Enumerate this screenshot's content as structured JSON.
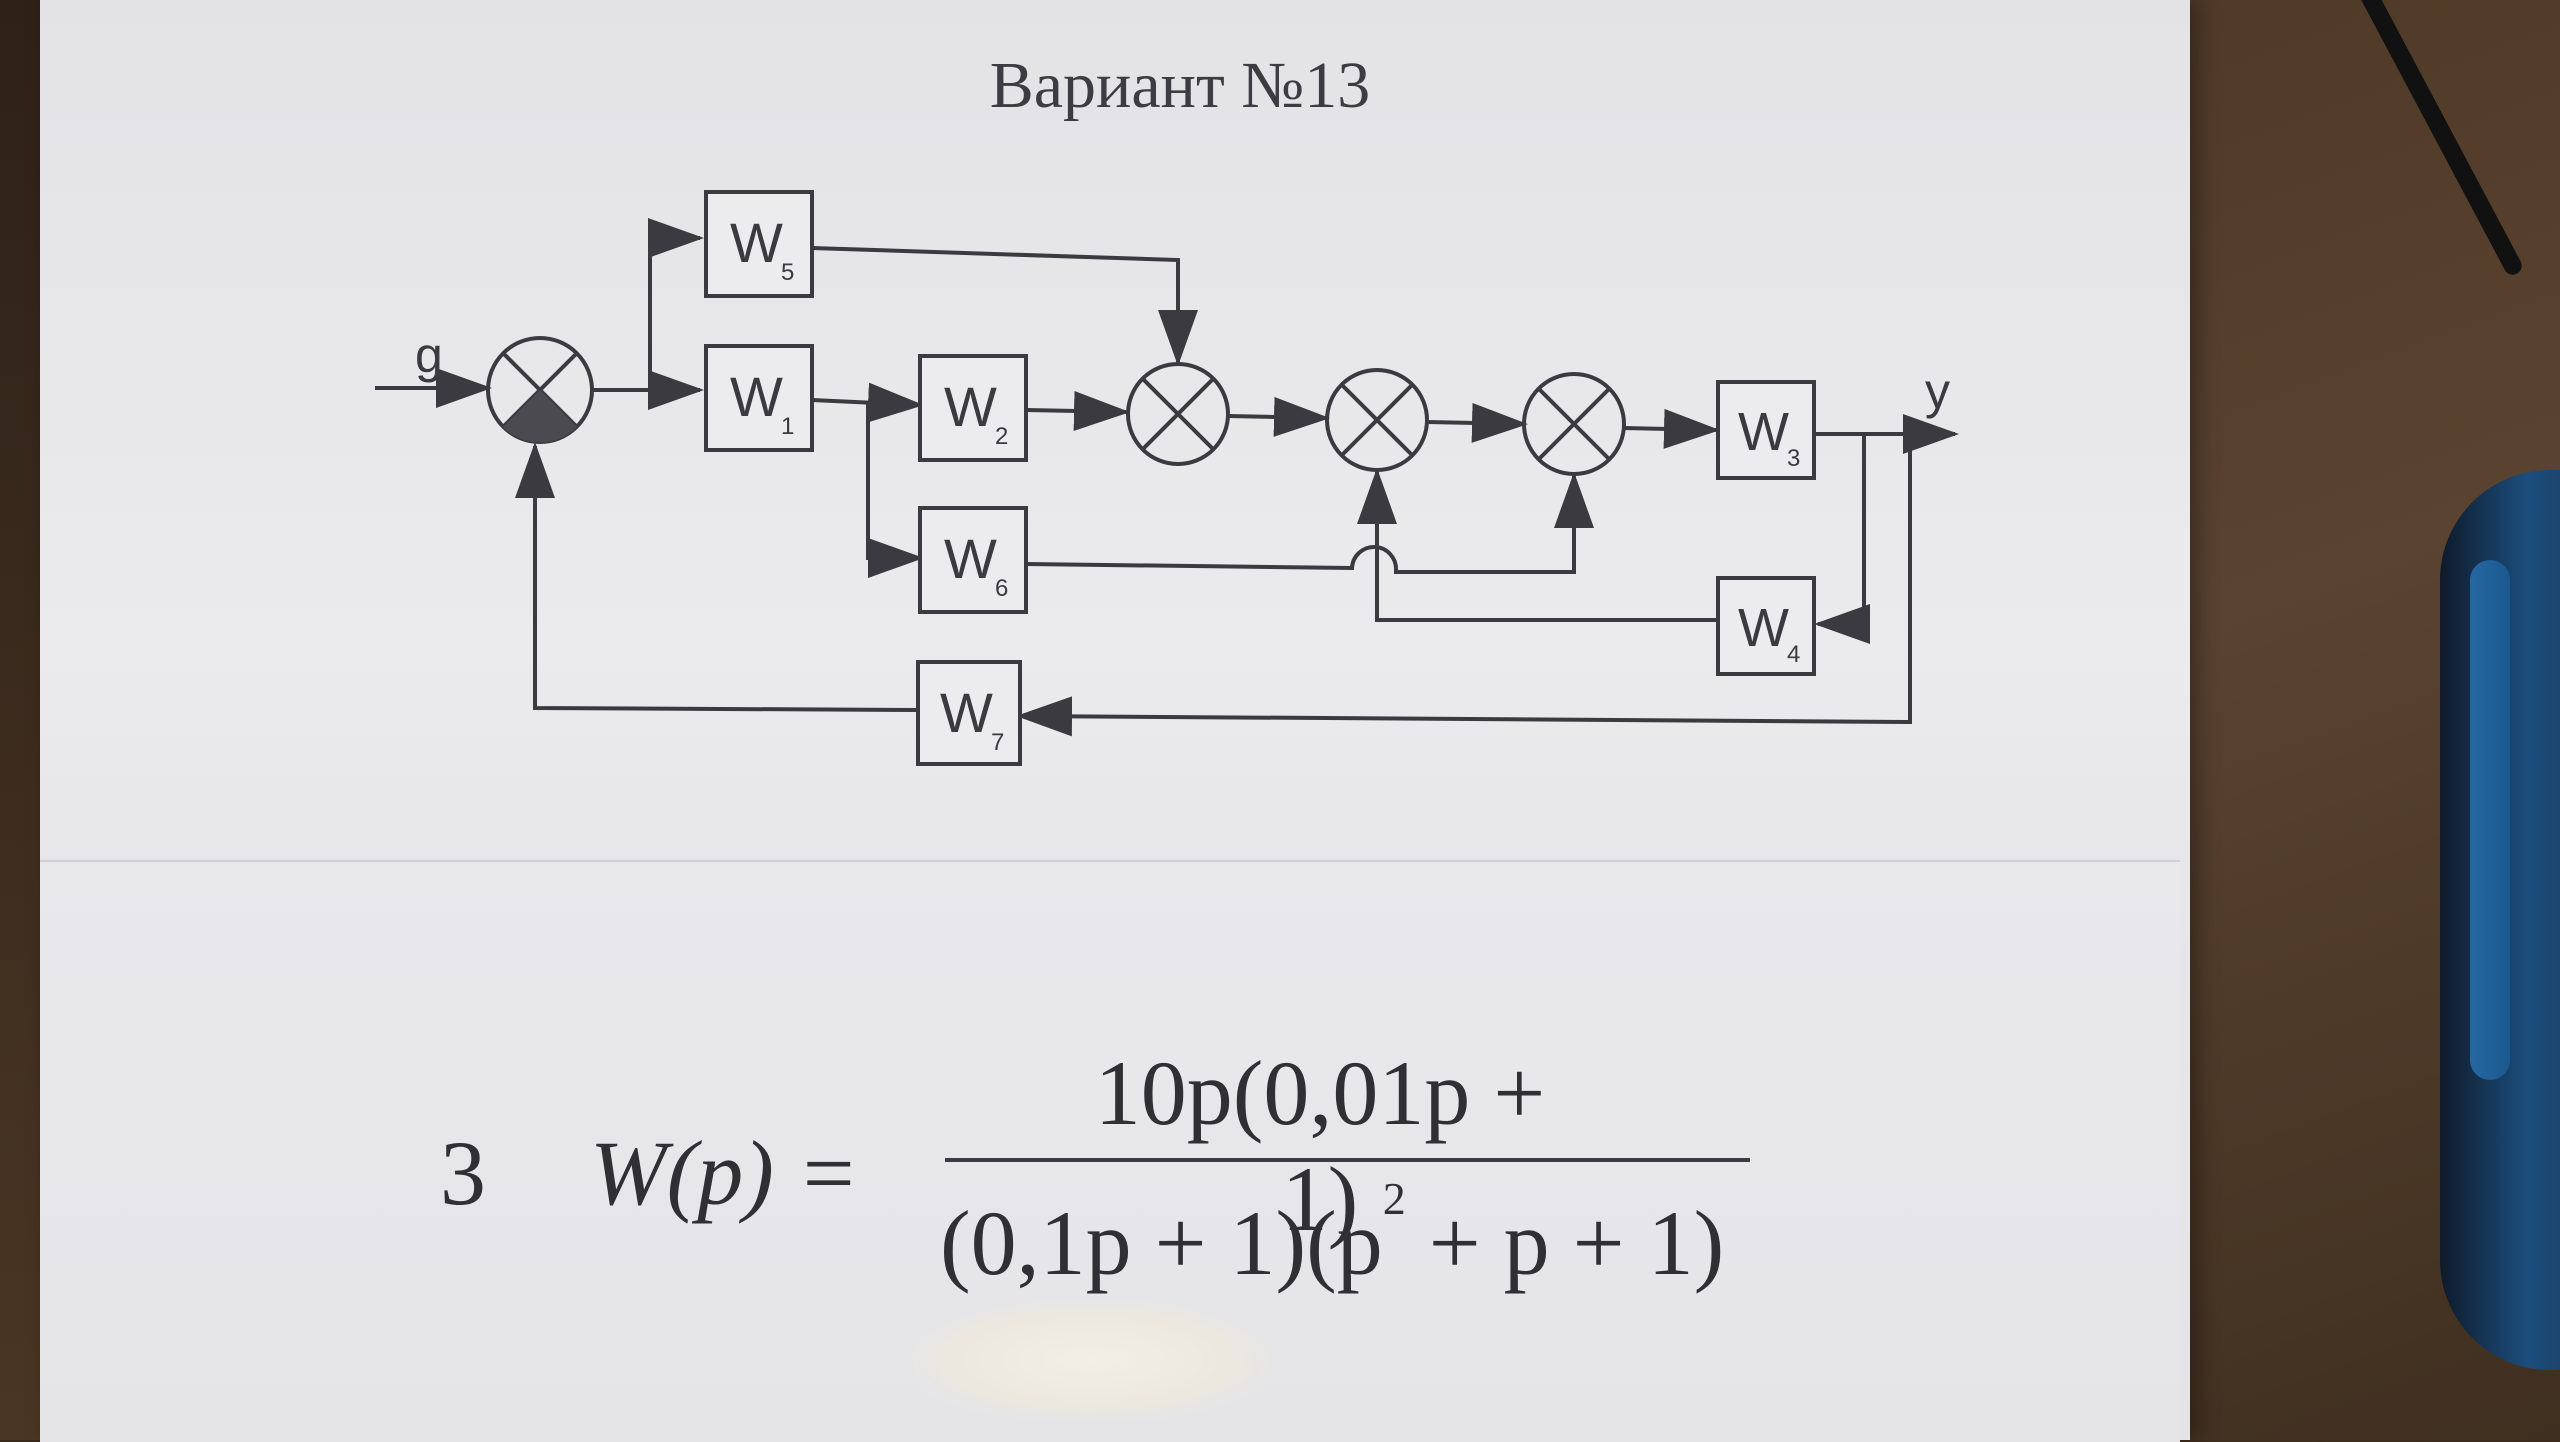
{
  "title": "Вариант №13",
  "signals": {
    "input": "g",
    "output": "y"
  },
  "blocks": [
    {
      "id": "W5",
      "label": "W",
      "sub": "5"
    },
    {
      "id": "W1",
      "label": "W",
      "sub": "1"
    },
    {
      "id": "W2",
      "label": "W",
      "sub": "2"
    },
    {
      "id": "W6",
      "label": "W",
      "sub": "6"
    },
    {
      "id": "W3",
      "label": "W",
      "sub": "3"
    },
    {
      "id": "W4",
      "label": "W",
      "sub": "4"
    },
    {
      "id": "W7",
      "label": "W",
      "sub": "7"
    }
  ],
  "formula": {
    "number": "3",
    "lhs": "W(p) =",
    "numerator": "10p(0,01p + 1)",
    "denominator_a": "(0,1p + 1)(p",
    "denominator_exp": "2",
    "denominator_b": " + p + 1)"
  }
}
